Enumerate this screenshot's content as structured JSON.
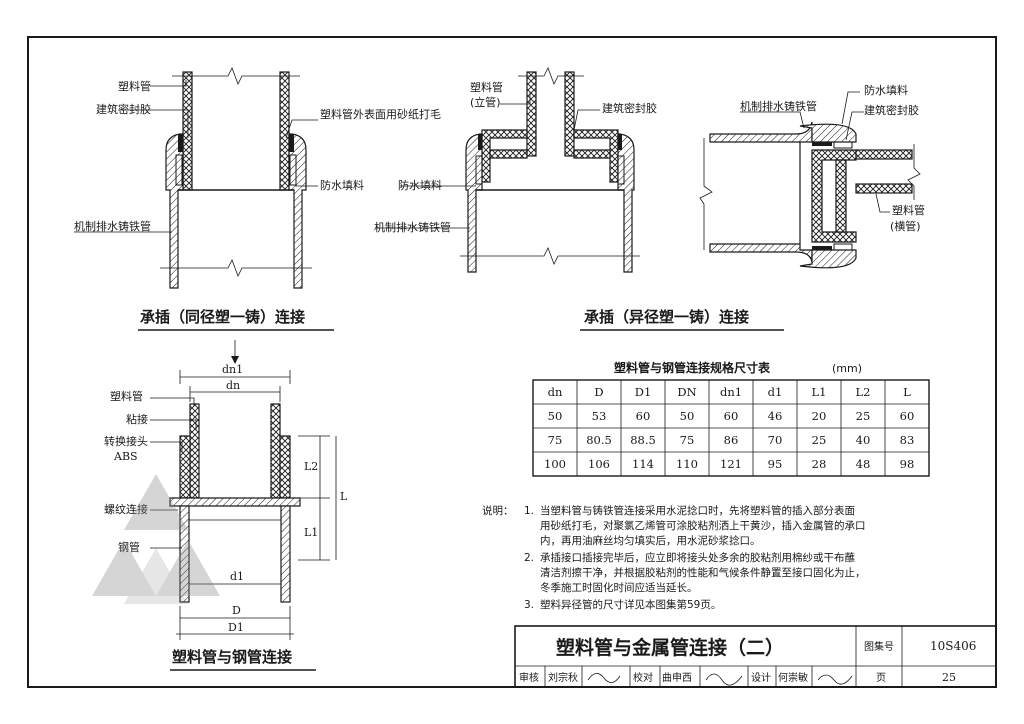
{
  "diagram_same_diameter": {
    "caption": "承插（同径塑一铸）连接",
    "label_plastic_pipe": "塑料管",
    "label_sealant": "建筑密封胶",
    "label_sand_rough": "塑料管外表面用砂纸打毛",
    "label_waterproof_filler": "防水填料",
    "label_cast_iron": "机制排水铸铁管"
  },
  "diagram_diff_diameter": {
    "caption": "承插（异径塑一铸）连接",
    "label_plastic_vertical_1": "塑料管",
    "label_plastic_vertical_2": "(立管)",
    "label_sealant": "建筑密封胶",
    "label_waterproof_filler": "防水填料",
    "label_cast_iron": "机制排水铸铁管",
    "label_cast_iron_h": "机制排水铸铁管",
    "label_waterproof_filler_h": "防水填料",
    "label_sealant_h": "建筑密封胶",
    "label_plastic_horizontal_1": "塑料管",
    "label_plastic_horizontal_2": "(横管)"
  },
  "diagram_steel": {
    "caption": "塑料管与钢管连接",
    "label_plastic_pipe": "塑料管",
    "label_glue": "粘接",
    "label_adapter": "转换接头",
    "label_abs": "ABS",
    "label_thread": "螺纹连接",
    "label_steel": "钢管",
    "dim_dn1": "dn1",
    "dim_dn": "dn",
    "dim_l2": "L2",
    "dim_l1": "L1",
    "dim_l": "L",
    "dim_d1": "d1",
    "dim_D": "D",
    "dim_D1": "D1"
  },
  "spec_table": {
    "title": "塑料管与钢管连接规格尺寸表",
    "unit": "(mm)",
    "headers": [
      "dn",
      "D",
      "D1",
      "DN",
      "dn1",
      "d1",
      "L1",
      "L2",
      "L"
    ],
    "rows": [
      [
        "50",
        "53",
        "60",
        "50",
        "60",
        "46",
        "20",
        "25",
        "60"
      ],
      [
        "75",
        "80.5",
        "88.5",
        "75",
        "86",
        "70",
        "25",
        "40",
        "83"
      ],
      [
        "100",
        "106",
        "114",
        "110",
        "121",
        "95",
        "28",
        "48",
        "98"
      ]
    ]
  },
  "notes": {
    "prefix": "说明：",
    "items": [
      {
        "num": "1.",
        "lines": [
          "当塑料管与铸铁管连接采用水泥捻口时，先将塑料管的插入部分表面",
          "用砂纸打毛，对聚氯乙烯管可涂胶粘剂洒上干黄沙，插入金属管的承口",
          "内，再用油麻丝均匀填实后，用水泥砂浆捻口。"
        ]
      },
      {
        "num": "2.",
        "lines": [
          "承插接口插接完毕后，应立即将接头处多余的胶粘剂用棉纱或干布蘸",
          "清洁剂擦干净，并根据胶粘剂的性能和气候条件静置至接口固化为止，",
          "冬季施工时固化时间应适当延长。"
        ]
      },
      {
        "num": "3.",
        "lines": [
          "塑料异径管的尺寸详见本图集第59页。"
        ]
      }
    ]
  },
  "title_block": {
    "title": "塑料管与金属管连接（二）",
    "atlas_label": "图集号",
    "atlas_no": "10S406",
    "review_label": "审核",
    "review_name": "刘宗秋",
    "check_label": "校对",
    "check_name": "曲申西",
    "design_label": "设计",
    "design_name": "何崇敏",
    "page_label": "页",
    "page_no": "25"
  },
  "colors": {
    "ink": "#1a1a1a",
    "paper": "#ffffff",
    "watermark": "#888888"
  }
}
